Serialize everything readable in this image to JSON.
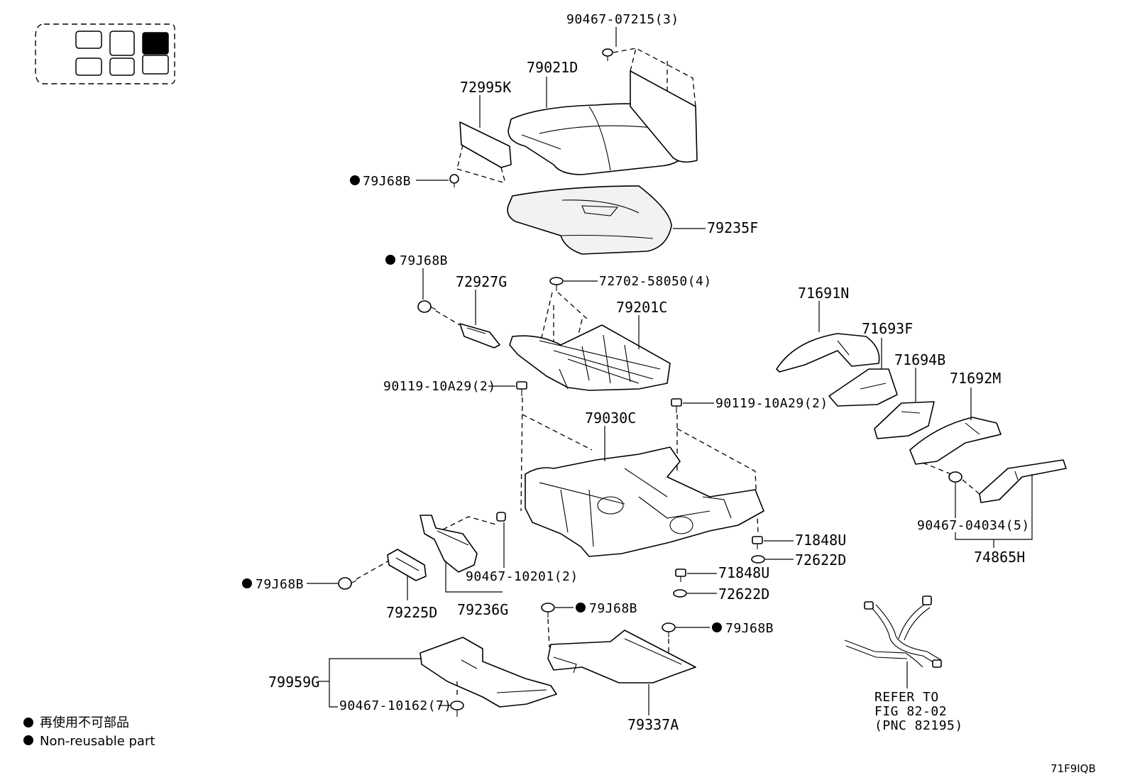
{
  "diagram": {
    "locator": {
      "highlighted_cell": "front-right-row3"
    },
    "labels": {
      "p90467_07215": "90467-07215(3)",
      "p79021D": "79021D",
      "p72995K": "72995K",
      "p79J68B_a": "79J68B",
      "p79235F": "79235F",
      "p79J68B_b": "79J68B",
      "p72927G": "72927G",
      "p72702_58050": "72702-58050(4)",
      "p79201C": "79201C",
      "p71691N": "71691N",
      "p71693F": "71693F",
      "p71694B": "71694B",
      "p71692M": "71692M",
      "p90119_10A29_a": "90119-10A29(2)",
      "p90119_10A29_b": "90119-10A29(2)",
      "p79030C": "79030C",
      "p71848U_a": "71848U",
      "p72622D_a": "72622D",
      "p71848U_b": "71848U",
      "p72622D_b": "72622D",
      "p90467_04034": "90467-04034(5)",
      "p74865H": "74865H",
      "p79J68B_c": "79J68B",
      "p90467_10201": "90467-10201(2)",
      "p79225D": "79225D",
      "p79236G": "79236G",
      "p79J68B_d": "79J68B",
      "p79J68B_e": "79J68B",
      "p79959G": "79959G",
      "p90467_10162": "90467-10162(7)",
      "p79337A": "79337A",
      "refer_line1": "REFER TO",
      "refer_line2": "FIG 82-02",
      "refer_line3": "(PNC 82195)"
    },
    "legend": {
      "line_ja": "再使用不可部品",
      "line_en": "Non-reusable part"
    },
    "figure_code": "71F9IQB"
  }
}
